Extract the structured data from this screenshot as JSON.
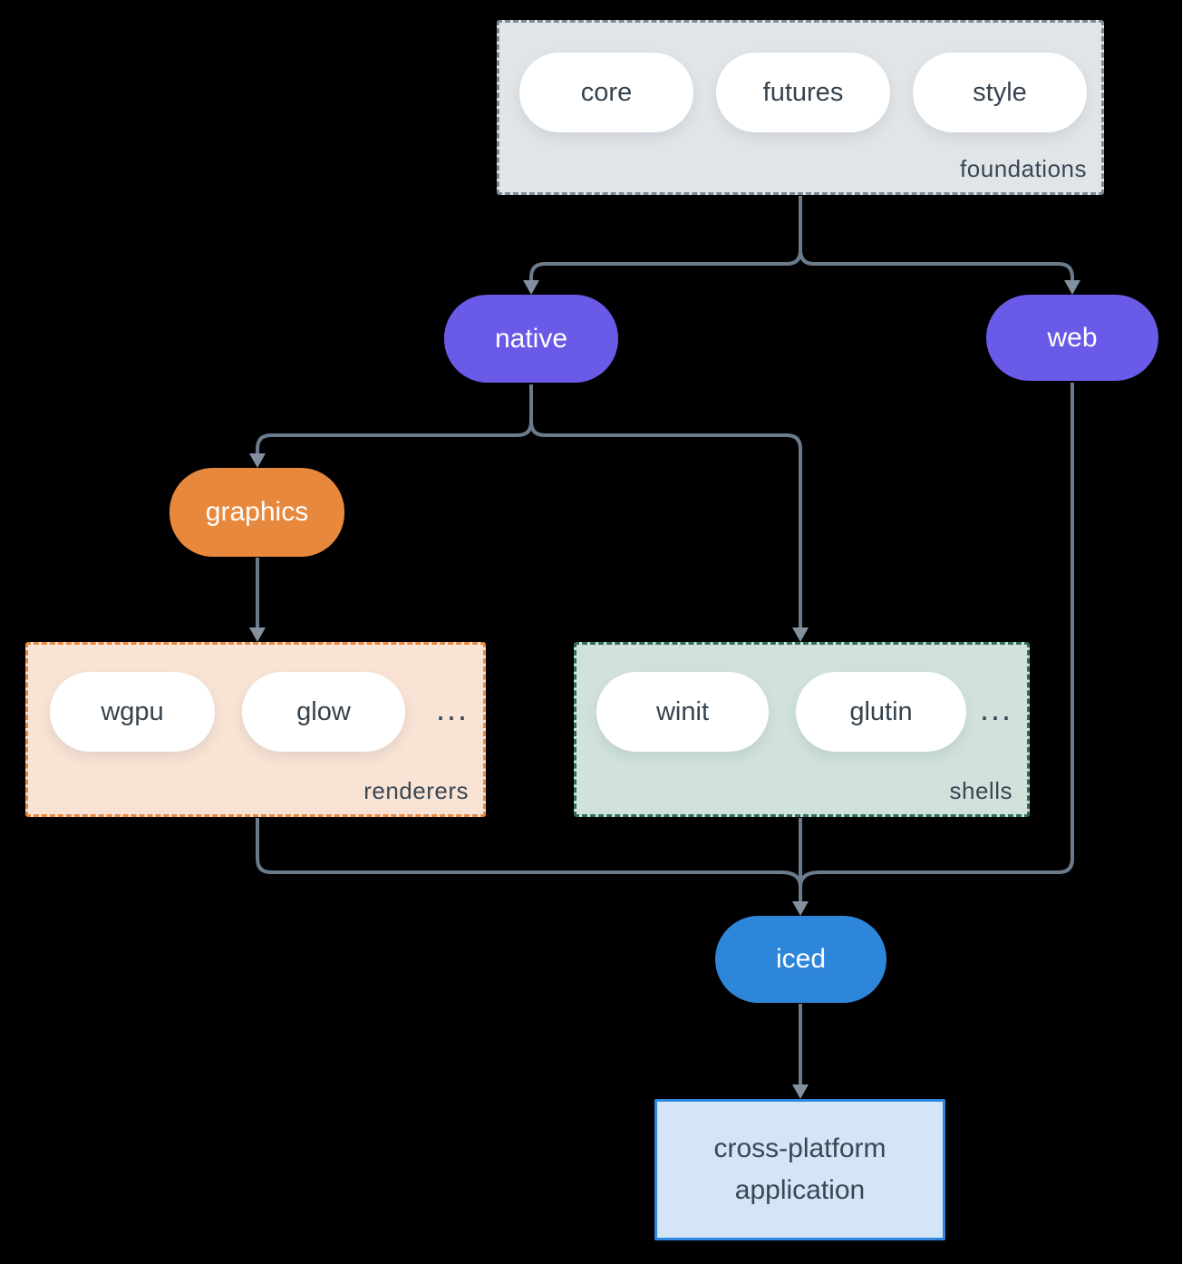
{
  "foundations": {
    "label": "foundations",
    "pills": [
      "core",
      "futures",
      "style"
    ]
  },
  "native": {
    "label": "native"
  },
  "web": {
    "label": "web"
  },
  "graphics": {
    "label": "graphics"
  },
  "renderers": {
    "label": "renderers",
    "pills": [
      "wgpu",
      "glow"
    ],
    "more": "..."
  },
  "shells": {
    "label": "shells",
    "pills": [
      "winit",
      "glutin"
    ],
    "more": "..."
  },
  "iced": {
    "label": "iced"
  },
  "application": {
    "label": "cross-platform application"
  },
  "colors": {
    "purple_node": "#6A5AE8",
    "orange_node": "#E8883C",
    "blue_node": "#2E86DB",
    "foundations_bg": "#E1E5E8",
    "foundations_border": "#7C8A96",
    "renderers_bg": "#F9E3D5",
    "renderers_border": "#E8883C",
    "shells_bg": "#D1E2DC",
    "shells_border": "#2F6D60",
    "application_bg": "#D3E5F6",
    "application_border": "#2E86DE",
    "connector_line": "#6B7B8C",
    "arrowhead": "#8291A0",
    "text_dark": "#36434F"
  }
}
